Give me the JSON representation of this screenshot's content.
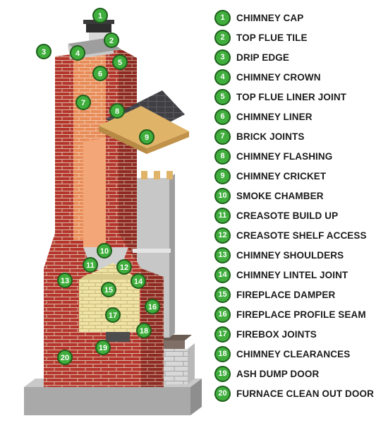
{
  "colors": {
    "badge_fill": "#3fae3c",
    "badge_stroke": "#1f5e1c",
    "brick": "#b5352c",
    "liner": "#e88c5a",
    "firebox": "#efe3a6",
    "roof": "#3f3f44",
    "wood": "#e0b468",
    "concrete": "#b9b9b9"
  },
  "legend": [
    {
      "num": "1",
      "label": "CHIMNEY CAP"
    },
    {
      "num": "2",
      "label": "TOP FLUE TILE"
    },
    {
      "num": "3",
      "label": "DRIP EDGE"
    },
    {
      "num": "4",
      "label": "CHIMNEY CROWN"
    },
    {
      "num": "5",
      "label": "TOP FLUE LINER JOINT"
    },
    {
      "num": "6",
      "label": "CHIMNEY LINER"
    },
    {
      "num": "7",
      "label": "BRICK JOINTS"
    },
    {
      "num": "8",
      "label": "CHIMNEY FLASHING"
    },
    {
      "num": "9",
      "label": "CHIMNEY CRICKET"
    },
    {
      "num": "10",
      "label": "SMOKE CHAMBER"
    },
    {
      "num": "11",
      "label": "CREASOTE BUILD UP"
    },
    {
      "num": "12",
      "label": "CREASOTE SHELF ACCESS"
    },
    {
      "num": "13",
      "label": "CHIMNEY SHOULDERS"
    },
    {
      "num": "14",
      "label": "CHIMNEY LINTEL JOINT"
    },
    {
      "num": "15",
      "label": "FIREPLACE DAMPER"
    },
    {
      "num": "16",
      "label": "FIREPLACE PROFILE SEAM"
    },
    {
      "num": "17",
      "label": "FIREBOX JOINTS"
    },
    {
      "num": "18",
      "label": "CHIMNEY CLEARANCES"
    },
    {
      "num": "19",
      "label": "ASH DUMP DOOR"
    },
    {
      "num": "20",
      "label": "FURNACE CLEAN OUT DOOR"
    }
  ]
}
